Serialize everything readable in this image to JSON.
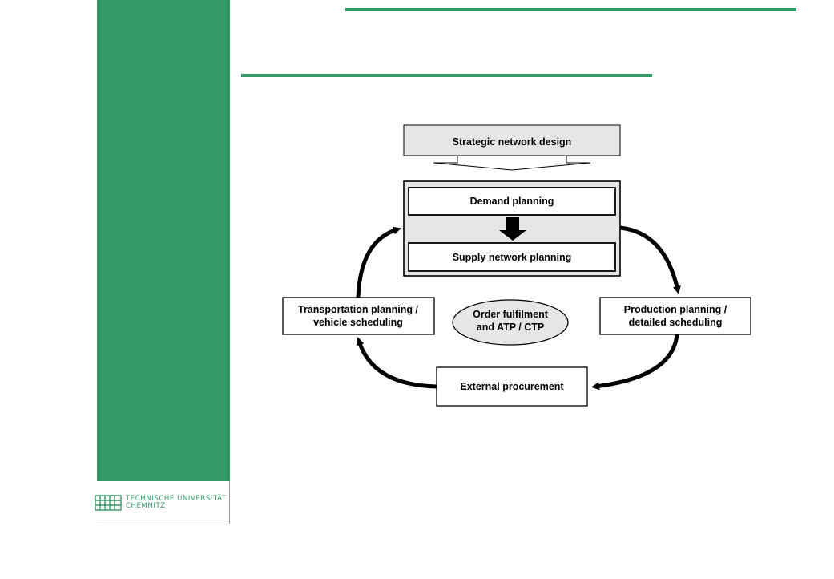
{
  "colors": {
    "accent": "#339966",
    "box_fill": "#ffffff",
    "panel_fill": "#e6e6e6",
    "ellipse_fill": "#e6e6e6"
  },
  "logo": {
    "line1": "TECHNISCHE UNIVERSITÄT",
    "line2": "CHEMNITZ",
    "icon": "university-building-icon"
  },
  "diagram": {
    "strategic": "Strategic network design",
    "demand": "Demand planning",
    "supply": "Supply network planning",
    "production": [
      "Production planning /",
      "detailed scheduling"
    ],
    "procurement": "External procurement",
    "transport": [
      "Transportation planning /",
      "vehicle scheduling"
    ],
    "fulfilment": [
      "Order fulfilment",
      "and ATP / CTP"
    ]
  }
}
